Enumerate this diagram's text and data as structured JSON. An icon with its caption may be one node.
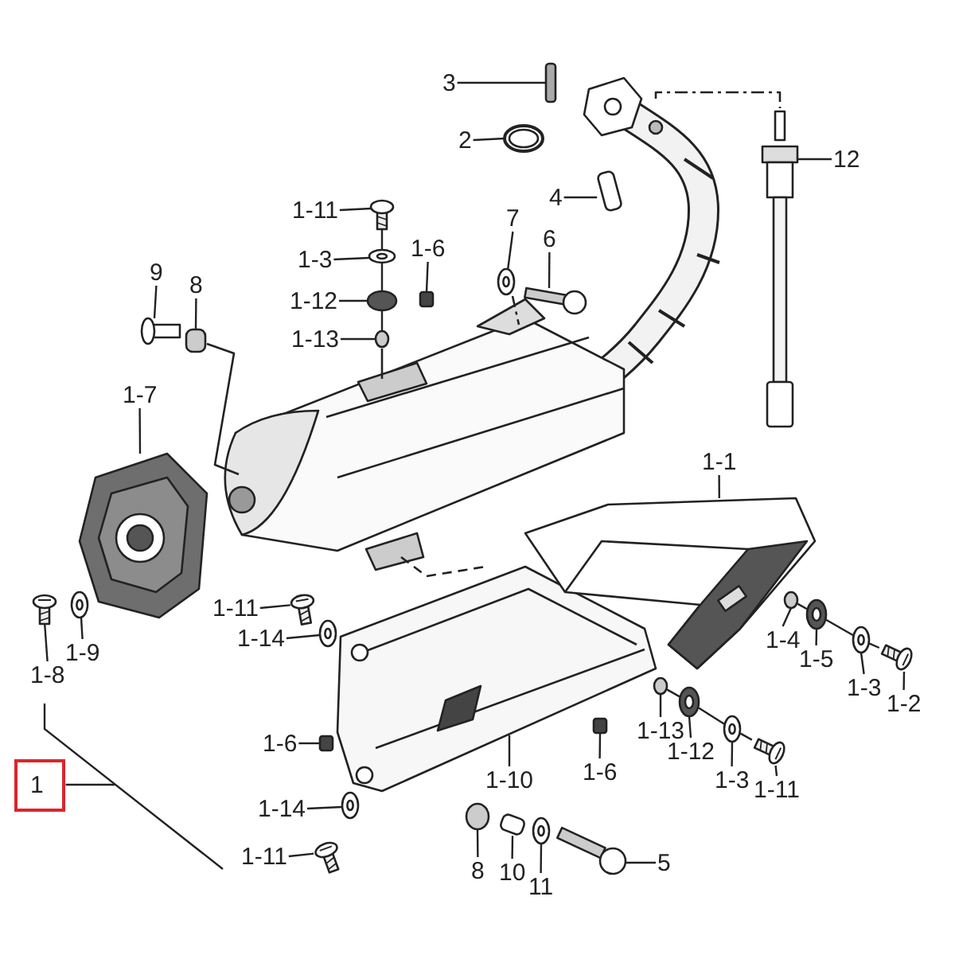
{
  "diagram": {
    "nodes": [
      {
        "text": [
          "3"
        ]
      },
      {
        "text": [
          "2"
        ]
      },
      {
        "text": [
          "12"
        ]
      },
      {
        "text": [
          "4"
        ]
      },
      {
        "text": [
          "1-11"
        ]
      },
      {
        "text": [
          "7"
        ]
      },
      {
        "text": [
          "6"
        ]
      },
      {
        "text": [
          "1-6"
        ]
      },
      {
        "text": [
          "1-3"
        ]
      },
      {
        "text": [
          "9"
        ]
      },
      {
        "text": [
          "8"
        ]
      },
      {
        "text": [
          "1-12"
        ]
      },
      {
        "text": [
          "1-13"
        ]
      },
      {
        "text": [
          "1-7"
        ]
      },
      {
        "text": [
          "1-1"
        ]
      },
      {
        "text": [
          "1-11"
        ]
      },
      {
        "text": [
          "1-14"
        ]
      },
      {
        "text": [
          "1-4"
        ]
      },
      {
        "text": [
          "1-9"
        ]
      },
      {
        "text": [
          "1-5"
        ]
      },
      {
        "text": [
          "1-8"
        ]
      },
      {
        "text": [
          "1-3"
        ]
      },
      {
        "text": [
          "1-2"
        ]
      },
      {
        "text": [
          "1-13"
        ]
      },
      {
        "text": [
          "1-6"
        ]
      },
      {
        "text": [
          "1-12"
        ]
      },
      {
        "text": [
          "1-6"
        ]
      },
      {
        "text": [
          "1-10"
        ]
      },
      {
        "text": [
          "1-3"
        ]
      },
      {
        "text": [
          "1"
        ]
      },
      {
        "text": [
          "1-11"
        ]
      },
      {
        "text": [
          "1-14"
        ]
      },
      {
        "text": [
          "1-11"
        ]
      },
      {
        "text": [
          "5"
        ]
      },
      {
        "text": [
          "8"
        ]
      },
      {
        "text": [
          "10"
        ]
      },
      {
        "text": [
          "11"
        ]
      },
      {
        "text": [],
        "shape": "bar"
      },
      {
        "text": [],
        "shape": "picture"
      },
      {
        "text": [],
        "shape": "picture"
      },
      {
        "text": [],
        "shape": "cylinder"
      },
      {
        "text": [],
        "shape": "picture"
      },
      {
        "text": [],
        "shape": "picture"
      },
      {
        "text": [],
        "shape": "picture"
      },
      {
        "text": [],
        "shape": "box"
      },
      {
        "text": [],
        "shape": "picture"
      },
      {
        "text": [],
        "shape": "picture"
      },
      {
        "text": [],
        "shape": "cylinder"
      },
      {
        "text": [],
        "shape": "circle"
      },
      {
        "text": [],
        "shape": "circle"
      },
      {
        "text": [],
        "shape": "picture"
      },
      {
        "text": [],
        "shape": "picture"
      },
      {
        "text": [],
        "shape": "picture"
      },
      {
        "text": [],
        "shape": "picture"
      },
      {
        "text": [],
        "shape": "circle"
      },
      {
        "text": [],
        "shape": "picture"
      },
      {
        "text": [],
        "shape": "picture"
      },
      {
        "text": [],
        "shape": "picture"
      },
      {
        "text": [],
        "shape": "picture"
      },
      {
        "text": [],
        "shape": "picture"
      },
      {
        "text": [],
        "shape": "circle"
      },
      {
        "text": [],
        "shape": "box"
      },
      {
        "text": [],
        "shape": "picture"
      },
      {
        "text": [],
        "shape": "box"
      },
      {
        "text": [],
        "shape": "picture"
      },
      {
        "text": [],
        "shape": "picture"
      },
      {
        "text": [],
        "shape": "bracket"
      },
      {
        "text": [],
        "shape": "picture"
      },
      {
        "text": [],
        "shape": "picture"
      },
      {
        "text": [],
        "shape": "picture"
      },
      {
        "text": [],
        "shape": "picture"
      },
      {
        "text": [],
        "shape": "circle"
      },
      {
        "text": [],
        "shape": "cylinder"
      },
      {
        "text": [],
        "shape": "picture"
      }
    ],
    "edges": [
      {
        "from": 0,
        "to": 37,
        "arrow": "none"
      },
      {
        "from": 1,
        "to": 38,
        "arrow": "none"
      },
      {
        "from": 2,
        "to": 39,
        "arrow": "none"
      },
      {
        "from": 3,
        "to": 40,
        "arrow": "none"
      },
      {
        "from": 4,
        "to": 41,
        "arrow": "none"
      },
      {
        "from": 5,
        "to": 42,
        "arrow": "none"
      },
      {
        "from": 6,
        "to": 43,
        "arrow": "none"
      },
      {
        "from": 7,
        "to": 44,
        "arrow": "none"
      },
      {
        "from": 8,
        "to": 45,
        "arrow": "none"
      },
      {
        "from": 9,
        "to": 46,
        "arrow": "none"
      },
      {
        "from": 10,
        "to": 47,
        "arrow": "none"
      },
      {
        "from": 11,
        "to": 48,
        "arrow": "none"
      },
      {
        "from": 12,
        "to": 49,
        "arrow": "none"
      },
      {
        "from": 13,
        "to": 50,
        "arrow": "none"
      },
      {
        "from": 14,
        "to": 51,
        "arrow": "none"
      },
      {
        "from": 15,
        "to": 52,
        "arrow": "none"
      },
      {
        "from": 16,
        "to": 53,
        "arrow": "none"
      },
      {
        "from": 17,
        "to": 54,
        "arrow": "none"
      },
      {
        "from": 18,
        "to": 55,
        "arrow": "none"
      },
      {
        "from": 19,
        "to": 56,
        "arrow": "none"
      },
      {
        "from": 20,
        "to": 57,
        "arrow": "none"
      },
      {
        "from": 21,
        "to": 58,
        "arrow": "none"
      },
      {
        "from": 22,
        "to": 59,
        "arrow": "none"
      },
      {
        "from": 23,
        "to": 60,
        "arrow": "none"
      },
      {
        "from": 24,
        "to": 61,
        "arrow": "none"
      },
      {
        "from": 25,
        "to": 62,
        "arrow": "none"
      },
      {
        "from": 26,
        "to": 63,
        "arrow": "none"
      },
      {
        "from": 27,
        "to": 64,
        "arrow": "none"
      },
      {
        "from": 28,
        "to": 65,
        "arrow": "none"
      },
      {
        "from": 29,
        "to": 66,
        "arrow": "none"
      },
      {
        "from": 30,
        "to": 67,
        "arrow": "none"
      },
      {
        "from": 31,
        "to": 68,
        "arrow": "none"
      },
      {
        "from": 32,
        "to": 69,
        "arrow": "none"
      },
      {
        "from": 33,
        "to": 70,
        "arrow": "none"
      },
      {
        "from": 34,
        "to": 71,
        "arrow": "none"
      },
      {
        "from": 35,
        "to": 72,
        "arrow": "none"
      },
      {
        "from": 36,
        "to": 73,
        "arrow": "none"
      },
      {
        "from": 41,
        "to": 45,
        "arrow": "none"
      },
      {
        "from": 45,
        "to": 48,
        "arrow": "none"
      },
      {
        "from": 48,
        "to": 49,
        "arrow": "none"
      },
      {
        "from": 54,
        "to": 56,
        "arrow": "none"
      },
      {
        "from": 56,
        "to": 58,
        "arrow": "none"
      },
      {
        "from": 58,
        "to": 59,
        "arrow": "none"
      },
      {
        "from": 60,
        "to": 62,
        "arrow": "none"
      },
      {
        "from": 62,
        "to": 65,
        "arrow": "none"
      },
      {
        "from": 65,
        "to": 67,
        "arrow": "none"
      }
    ]
  }
}
